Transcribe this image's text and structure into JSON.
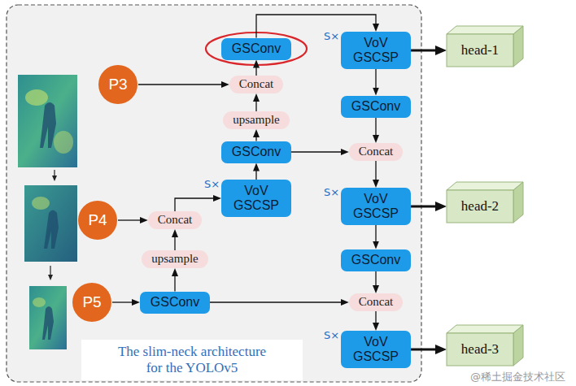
{
  "diagram": {
    "nodes": [
      {
        "text": [
          "GSConv"
        ]
      },
      {
        "text": [
          "VoV GSCSP"
        ]
      },
      {
        "text": [
          "head-1"
        ]
      },
      {
        "text": [
          "P3"
        ]
      },
      {
        "text": [
          "Concat"
        ]
      },
      {
        "text": [
          "GSConv"
        ]
      },
      {
        "text": [
          "upsample"
        ]
      },
      {
        "text": [
          "GSConv"
        ]
      },
      {
        "text": [
          "Concat"
        ]
      },
      {
        "text": [
          "VoV GSCSP"
        ]
      },
      {
        "text": [
          "VoV GSCSP"
        ]
      },
      {
        "text": [
          "head-2"
        ]
      },
      {
        "text": [
          "P4"
        ]
      },
      {
        "text": [
          "Concat"
        ]
      },
      {
        "text": [
          "upsample"
        ]
      },
      {
        "text": [
          "GSConv"
        ]
      },
      {
        "text": [
          "P5"
        ]
      },
      {
        "text": [
          "GSConv"
        ]
      },
      {
        "text": [
          "Concat"
        ]
      },
      {
        "text": [
          "VoV GSCSP"
        ]
      },
      {
        "text": [
          "head-3"
        ]
      },
      {
        "text": [
          "The slim-neck architecture for the YOLOv5"
        ]
      }
    ],
    "edges": [
      {
        "from": 3,
        "to": 4,
        "arrow": "to"
      },
      {
        "from": 6,
        "to": 4,
        "arrow": "to"
      },
      {
        "from": 4,
        "to": 0,
        "arrow": "to"
      },
      {
        "from": 0,
        "to": 1,
        "arrow": "to"
      },
      {
        "from": 7,
        "to": 6,
        "arrow": "to"
      },
      {
        "from": 7,
        "to": 8,
        "arrow": "to"
      },
      {
        "from": 9,
        "to": 7,
        "arrow": "to"
      },
      {
        "from": 13,
        "to": 9,
        "arrow": "to"
      },
      {
        "from": 12,
        "to": 13,
        "arrow": "to"
      },
      {
        "from": 14,
        "to": 13,
        "arrow": "to"
      },
      {
        "from": 17,
        "to": 14,
        "arrow": "to"
      },
      {
        "from": 16,
        "to": 17,
        "arrow": "to"
      },
      {
        "from": 17,
        "to": 18,
        "arrow": "to"
      },
      {
        "from": 1,
        "to": 2,
        "arrow": "to"
      },
      {
        "from": 1,
        "to": 5,
        "arrow": "to"
      },
      {
        "from": 5,
        "to": 8,
        "arrow": "to"
      },
      {
        "from": 8,
        "to": 10,
        "arrow": "to"
      },
      {
        "from": 10,
        "to": 11,
        "arrow": "to"
      },
      {
        "from": 10,
        "to": 15,
        "arrow": "to"
      },
      {
        "from": 15,
        "to": 18,
        "arrow": "to"
      },
      {
        "from": 18,
        "to": 19,
        "arrow": "to"
      },
      {
        "from": 19,
        "to": 20,
        "arrow": "to"
      }
    ],
    "labels": [
      "S×",
      "S×",
      "S×",
      "S×",
      "@稀土掘金技术社区"
    ]
  }
}
